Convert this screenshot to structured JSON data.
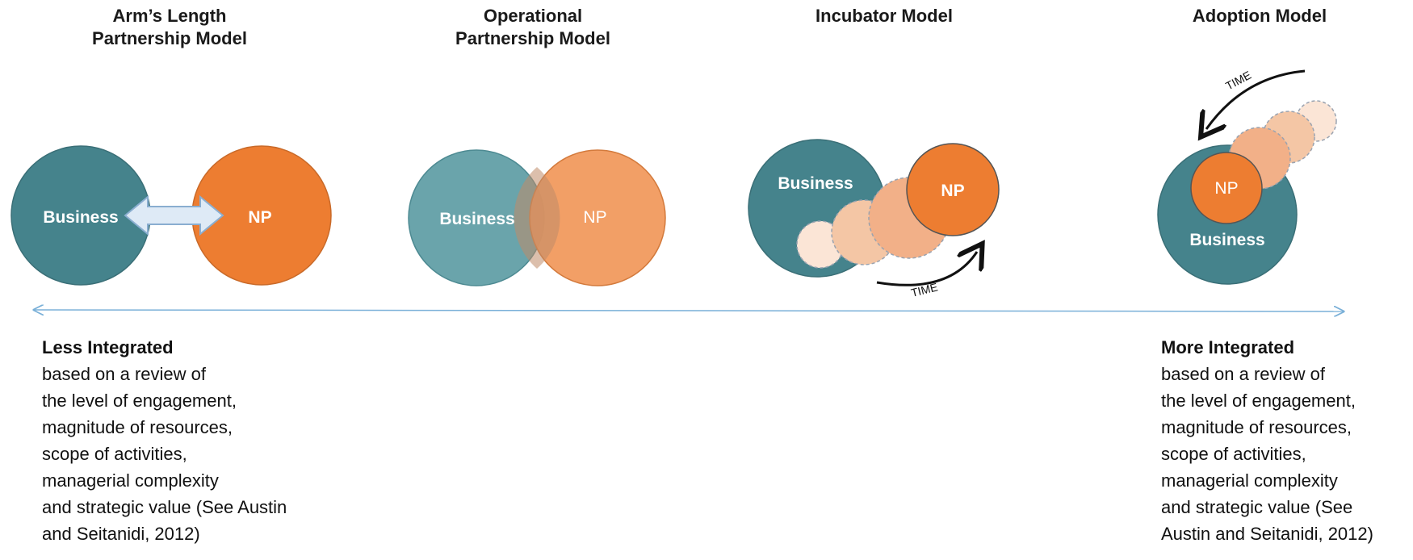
{
  "models": [
    {
      "title_lines": [
        "Arm’s Length",
        "Partnership Model"
      ],
      "business_label": "Business",
      "np_label": "NP"
    },
    {
      "title_lines": [
        "Operational",
        "Partnership Model"
      ],
      "business_label": "Business",
      "np_label": "NP"
    },
    {
      "title_lines": [
        "Incubator Model"
      ],
      "business_label": "Business",
      "np_label": "NP",
      "time_label": "TIME"
    },
    {
      "title_lines": [
        "Adoption Model"
      ],
      "business_label": "Business",
      "np_label": "NP",
      "time_label": "TIME"
    }
  ],
  "scale": {
    "left": {
      "heading": "Less Integrated",
      "lines": [
        "based on a review of",
        "the level of engagement,",
        "magnitude of resources,",
        "scope of activities,",
        "managerial complexity",
        "and strategic value (See Austin",
        "and Seitanidi, 2012)"
      ]
    },
    "right": {
      "heading": "More Integrated",
      "lines": [
        "based on a review of",
        "the level of engagement,",
        "magnitude of resources,",
        "scope of activities,",
        "managerial complexity",
        "and strategic value (See",
        "Austin and Seitanidi, 2012)"
      ]
    }
  },
  "colors": {
    "business": "#45838c",
    "business_light": "#6aa4ab",
    "np": "#ed7d31",
    "np_light": "#f19a5e",
    "axis": "#7ab0d8"
  }
}
